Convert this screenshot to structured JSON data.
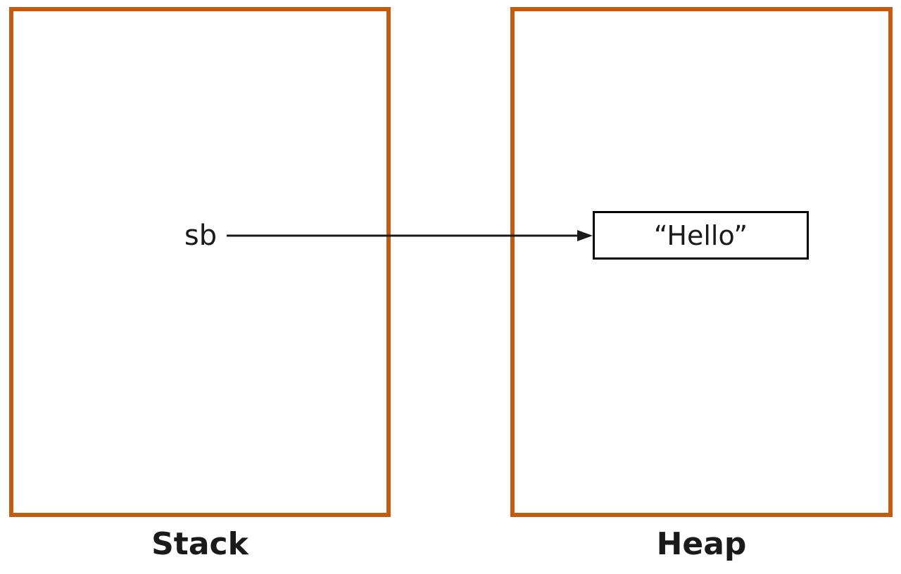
{
  "diagram": {
    "pointer_label": "sb",
    "heap_value": "“Hello”",
    "stack_label": "Stack",
    "heap_label": "Heap",
    "colors": {
      "region_border": "#C55A11",
      "value_border": "#000000",
      "arrow": "#1a1a1a",
      "text": "#1a1a1a",
      "background": "#ffffff"
    }
  }
}
